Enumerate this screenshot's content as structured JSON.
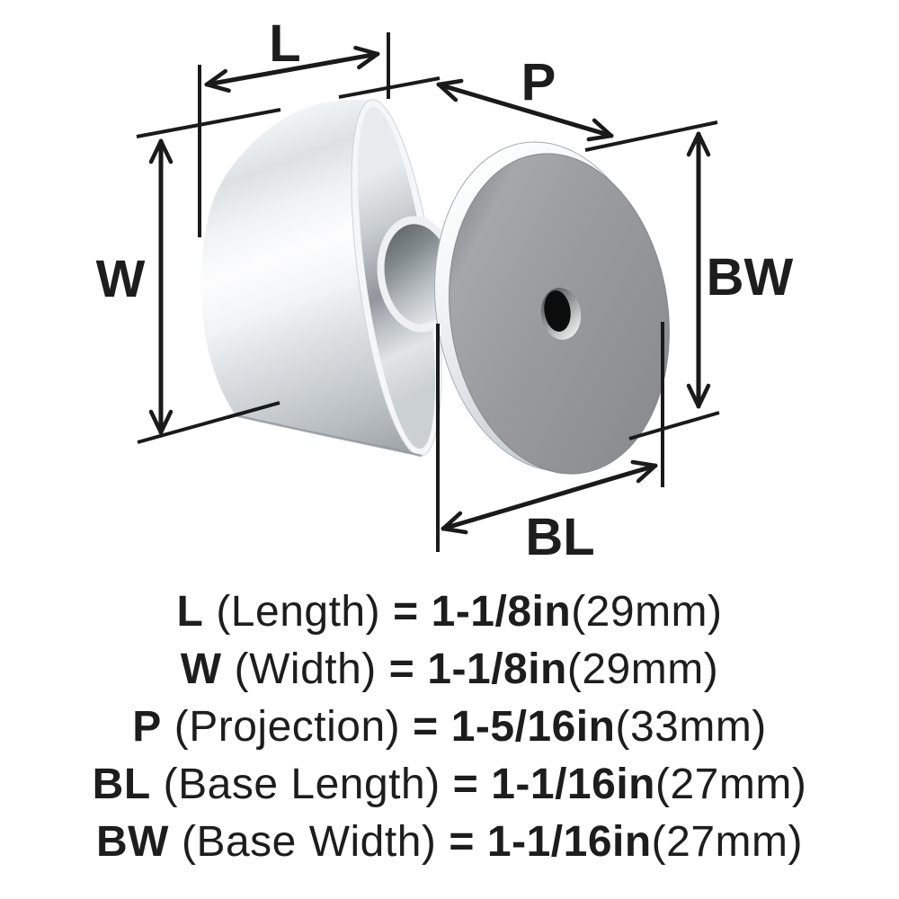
{
  "diagram": {
    "callouts": {
      "length_label": "L",
      "width_label": "W",
      "projection_label": "P",
      "base_width_label": "BW",
      "base_length_label": "BL"
    }
  },
  "specs": [
    {
      "code": "L",
      "name": "(Length)",
      "eq": "=",
      "value": "1-1/8in",
      "metric": "(29mm)"
    },
    {
      "code": "W",
      "name": "(Width)",
      "eq": "=",
      "value": "1-1/8in",
      "metric": "(29mm)"
    },
    {
      "code": "P",
      "name": "(Projection)",
      "eq": "=",
      "value": "1-5/16in",
      "metric": "(33mm)"
    },
    {
      "code": "BL",
      "name": "(Base Length)",
      "eq": "=",
      "value": "1-1/16in",
      "metric": "(27mm)"
    },
    {
      "code": "BW",
      "name": "(Base Width)",
      "eq": "=",
      "value": "1-1/16in",
      "metric": "(27mm)"
    }
  ],
  "colors": {
    "background": "#ffffff",
    "line_color": "#1a1a1a",
    "text_color": "#1d1d1d",
    "metal_light": "#f4f6f7",
    "metal_mid": "#c5cacd",
    "metal_dark": "#8f959a",
    "base_face_gray": "#9b9c9e",
    "hole_black": "#0c0c0c"
  }
}
